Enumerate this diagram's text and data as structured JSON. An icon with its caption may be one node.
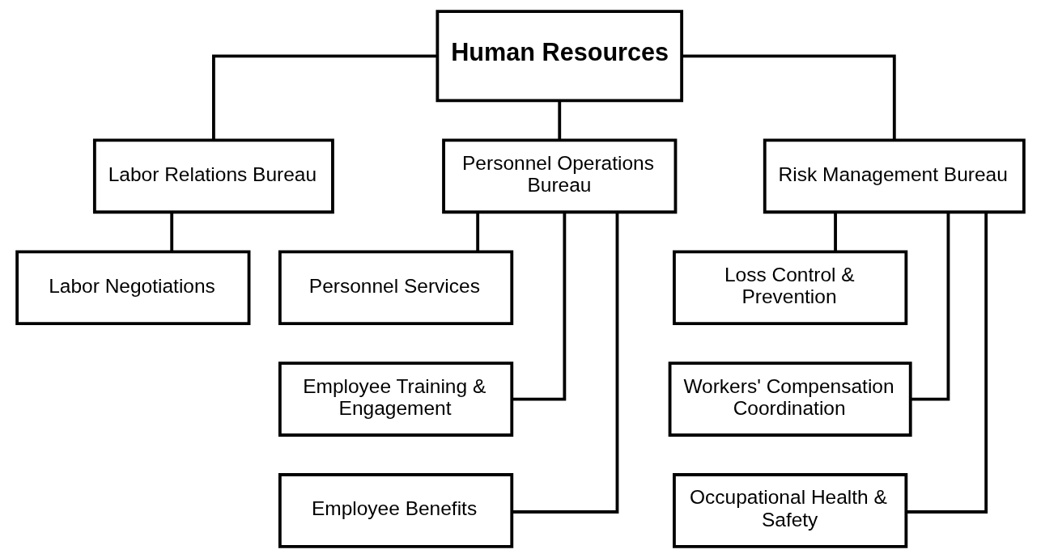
{
  "diagram": {
    "nodes": [
      {
        "text": [
          "Human Resources"
        ]
      },
      {
        "text": [
          "Labor Relations Bureau"
        ]
      },
      {
        "text": [
          "Personnel Operations Bureau"
        ]
      },
      {
        "text": [
          "Risk Management Bureau"
        ]
      },
      {
        "text": [
          "Labor Negotiations"
        ]
      },
      {
        "text": [
          "Personnel Services"
        ]
      },
      {
        "text": [
          "Employee Training & Engagement"
        ]
      },
      {
        "text": [
          "Employee Benefits"
        ]
      },
      {
        "text": [
          "Loss Control & Prevention"
        ]
      },
      {
        "text": [
          "Workers' Compensation Coordination"
        ]
      },
      {
        "text": [
          "Occupational Health & Safety"
        ]
      }
    ],
    "edges": [
      {
        "from": 0,
        "to": 1,
        "arrow": "none"
      },
      {
        "from": 0,
        "to": 2,
        "arrow": "none"
      },
      {
        "from": 0,
        "to": 3,
        "arrow": "none"
      },
      {
        "from": 1,
        "to": 4,
        "arrow": "none"
      },
      {
        "from": 2,
        "to": 5,
        "arrow": "none"
      },
      {
        "from": 2,
        "to": 6,
        "arrow": "none"
      },
      {
        "from": 2,
        "to": 7,
        "arrow": "none"
      },
      {
        "from": 3,
        "to": 8,
        "arrow": "none"
      },
      {
        "from": 3,
        "to": 9,
        "arrow": "none"
      },
      {
        "from": 3,
        "to": 10,
        "arrow": "none"
      }
    ]
  }
}
